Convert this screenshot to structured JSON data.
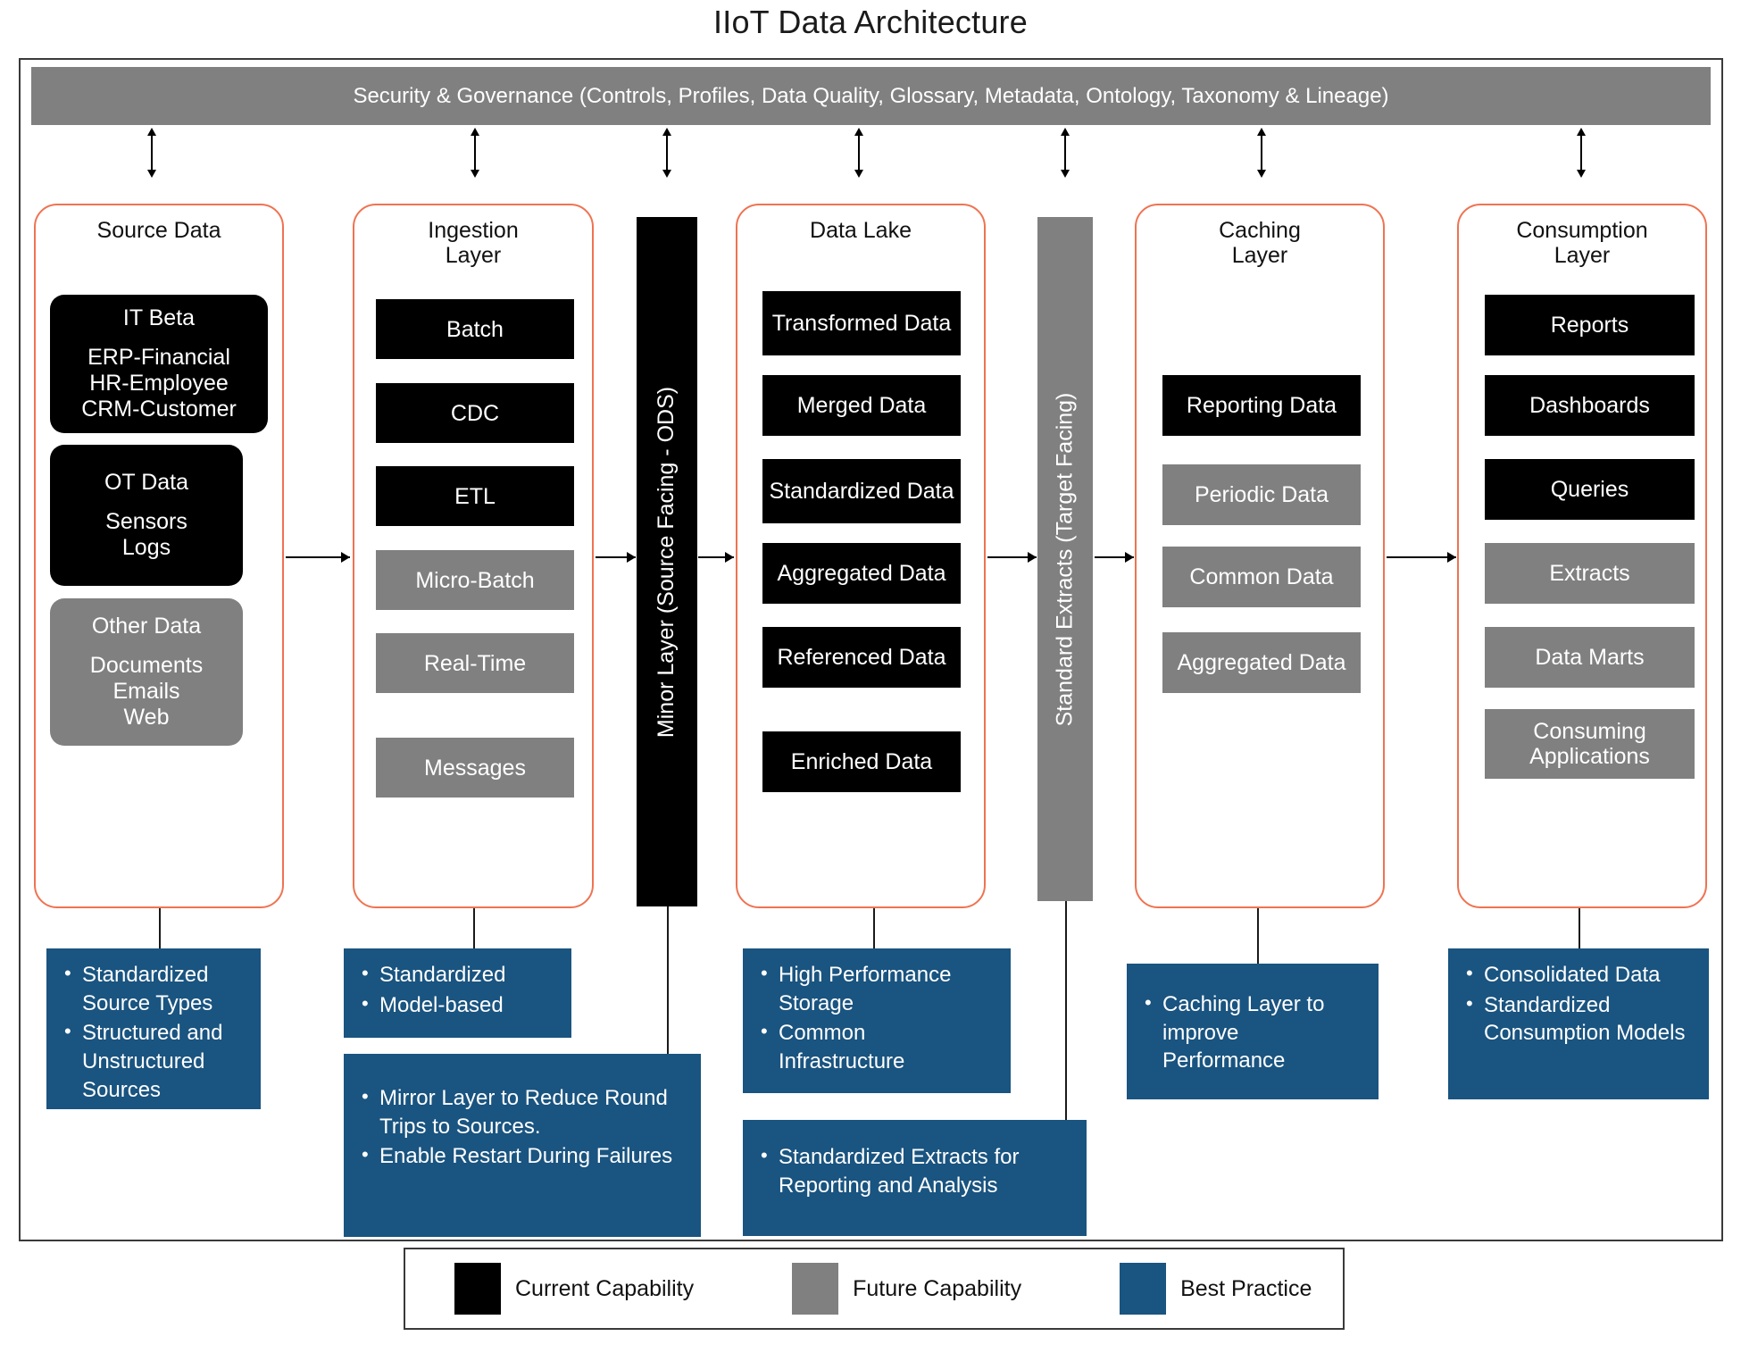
{
  "title": "IIoT Data Architecture",
  "governance": {
    "label": "Security & Governance (Controls, Profiles, Data Quality, Glossary, Metadata, Ontology, Taxonomy & Lineage)",
    "color": "#808080"
  },
  "colors": {
    "current_capability": "#000000",
    "future_capability": "#808080",
    "best_practice": "#1a5480",
    "layer_border": "#ef7352",
    "frame_border": "#3a3a3a"
  },
  "layers": [
    {
      "key": "source_data",
      "title": "Source Data",
      "chips": [
        {
          "label": "IT Beta",
          "sub": [
            "ERP-Financial",
            "HR-Employee",
            "CRM-Customer"
          ],
          "type": "current"
        },
        {
          "label": "OT Data",
          "sub": [
            "Sensors",
            "Logs"
          ],
          "type": "current"
        },
        {
          "label": "Other Data",
          "sub": [
            "Documents",
            "Emails",
            "Web"
          ],
          "type": "future"
        }
      ]
    },
    {
      "key": "ingestion_layer",
      "title_line1": "Ingestion",
      "title_line2": "Layer",
      "chips": [
        {
          "label": "Batch",
          "type": "current"
        },
        {
          "label": "CDC",
          "type": "current"
        },
        {
          "label": "ETL",
          "type": "current"
        },
        {
          "label": "Micro-Batch",
          "type": "future"
        },
        {
          "label": "Real-Time",
          "type": "future"
        },
        {
          "label": "Messages",
          "type": "future"
        }
      ]
    },
    {
      "key": "data_lake",
      "title": "Data Lake",
      "chips": [
        {
          "label": "Transformed Data",
          "type": "current"
        },
        {
          "label": "Merged Data",
          "type": "current"
        },
        {
          "label": "Standardized Data",
          "type": "current"
        },
        {
          "label": "Aggregated Data",
          "type": "current"
        },
        {
          "label": "Referenced Data",
          "type": "current"
        },
        {
          "label": "Enriched Data",
          "type": "current"
        }
      ]
    },
    {
      "key": "caching_layer",
      "title_line1": "Caching",
      "title_line2": "Layer",
      "chips": [
        {
          "label": "Reporting Data",
          "type": "current"
        },
        {
          "label": "Periodic Data",
          "type": "future"
        },
        {
          "label": "Common Data",
          "type": "future"
        },
        {
          "label": "Aggregated Data",
          "type": "future"
        }
      ]
    },
    {
      "key": "consumption_layer",
      "title_line1": "Consumption",
      "title_line2": "Layer",
      "chips": [
        {
          "label": "Reports",
          "type": "current"
        },
        {
          "label": "Dashboards",
          "type": "current"
        },
        {
          "label": "Queries",
          "type": "current"
        },
        {
          "label": "Extracts",
          "type": "future"
        },
        {
          "label": "Data Marts",
          "type": "future"
        },
        {
          "label": "Consuming Applications",
          "type": "future"
        }
      ]
    }
  ],
  "pillars": [
    {
      "key": "minor_layer",
      "label": "Minor Layer (Source Facing - ODS)",
      "type": "current"
    },
    {
      "key": "standard_extracts",
      "label": "Standard Extracts (Target Facing)",
      "type": "future"
    }
  ],
  "notes": [
    {
      "key": "source_note",
      "items": [
        "Standardized Source Types",
        "Structured and Unstructured Sources"
      ]
    },
    {
      "key": "ingestion_note",
      "items": [
        "Standardized",
        "Model-based"
      ]
    },
    {
      "key": "minor_layer_note",
      "items": [
        "Mirror Layer to Reduce Round Trips to Sources.",
        "Enable Restart During Failures"
      ]
    },
    {
      "key": "data_lake_note",
      "items": [
        "High Performance Storage",
        "Common Infrastructure"
      ]
    },
    {
      "key": "standard_extracts_note",
      "items": [
        "Standardized Extracts for Reporting and Analysis"
      ]
    },
    {
      "key": "caching_note",
      "items": [
        "Caching Layer to improve Performance"
      ]
    },
    {
      "key": "consumption_note",
      "items": [
        "Consolidated Data",
        "Standardized Consumption Models"
      ]
    }
  ],
  "legend": {
    "items": [
      {
        "label": "Current Capability",
        "color": "#000000"
      },
      {
        "label": "Future Capability",
        "color": "#808080"
      },
      {
        "label": "Best Practice",
        "color": "#1a5480"
      }
    ]
  }
}
